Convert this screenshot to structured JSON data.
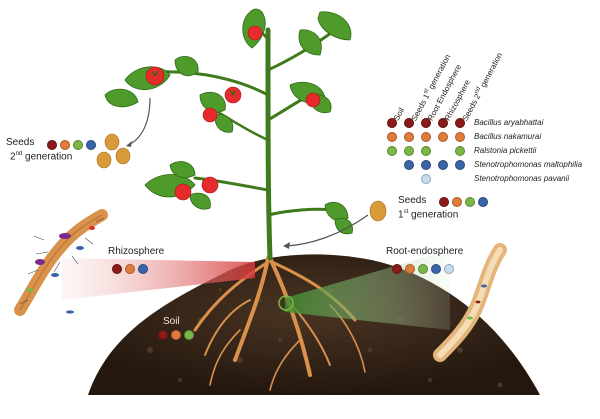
{
  "labels": {
    "seeds2": "Seeds",
    "gen2_sup": "nd",
    "gen2": "generation",
    "seeds1": "Seeds",
    "gen1_sup": "st",
    "gen1": "generation",
    "rhizosphere": "Rhizosphere",
    "root_endosphere": "Root-endosphere",
    "soil": "Soil"
  },
  "legend": {
    "columns": [
      "Soil",
      "Seeds 1st generation",
      "Root Endosphere",
      "Rhizosphere",
      "Seeds 2nd generation"
    ],
    "col_soil": "Soil",
    "col_seeds1_a": "Seeds 1",
    "col_seeds1_sup": "st",
    "col_seeds1_b": " generation",
    "col_rootendo": "Root Endosphere",
    "col_rhizo": "Rhizosphere",
    "col_seeds2_a": "Seeds 2",
    "col_seeds2_sup": "nd",
    "col_seeds2_b": " generation",
    "species": [
      {
        "name": "Bacillus aryabhattai",
        "color": "#8b1a1a",
        "present": [
          1,
          1,
          1,
          1,
          1
        ]
      },
      {
        "name": "Bacillus nakamurai",
        "color": "#e07b39",
        "present": [
          1,
          1,
          1,
          1,
          1
        ]
      },
      {
        "name": "Ralstonia pickettii",
        "color": "#7ab648",
        "present": [
          1,
          1,
          1,
          0,
          1
        ]
      },
      {
        "name": "Stenotrophomonas maltophilia",
        "color": "#3a64a8",
        "present": [
          0,
          1,
          1,
          1,
          1
        ]
      },
      {
        "name": "Stenotrophomonas pavanii",
        "color": "#c6dcef",
        "present": [
          0,
          0,
          1,
          0,
          0
        ]
      }
    ]
  },
  "colors": {
    "stem": "#3f7a1c",
    "leaf": "#4e9a2a",
    "leaf_dark": "#2f6b12",
    "tomato": "#e52b2b",
    "root": "#d9914b",
    "soil": "#3b2a1c",
    "seed": "#d99a3a"
  }
}
